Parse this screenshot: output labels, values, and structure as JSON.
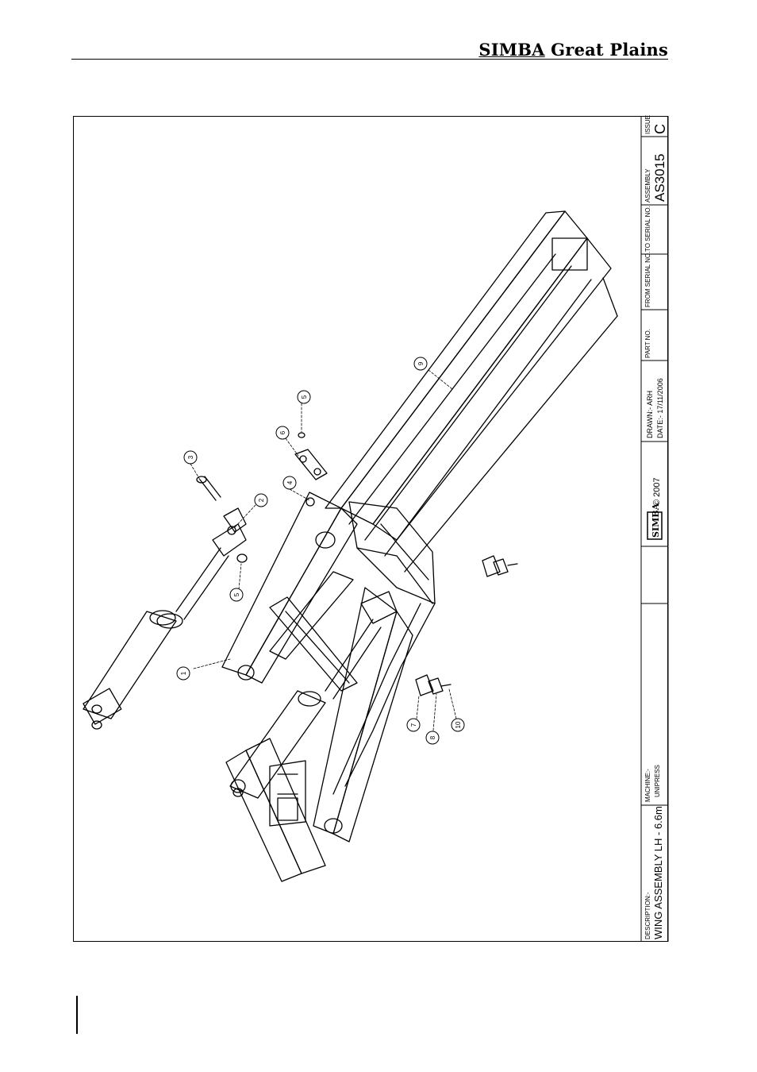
{
  "header": {
    "brand_part1": "SIMBA",
    "brand_part2": " Great Plains"
  },
  "title_block": {
    "description_label": "DESCRIPTION:-",
    "description": "WING ASSEMBLY LH - 6.6m",
    "machine_label": "MACHINE:-",
    "machine": "UNIPRESS",
    "logo_text": "SIMBA",
    "copyright": "© 2007",
    "drawn": "DRAWN:- ARH",
    "date": "DATE:- 17/11/2006",
    "part_no_label": "PART NO.",
    "from_serial_label": "FROM SERIAL NO.",
    "to_serial_label": "TO SERIAL NO.",
    "assembly_label": "ASSEMBLY",
    "assembly": "AS3015",
    "issue_label": "ISSUE",
    "issue": "C"
  },
  "balloons": [
    "1",
    "2",
    "3",
    "4",
    "5",
    "6",
    "7",
    "8",
    "9",
    "10"
  ],
  "balloon_five_second": "5"
}
